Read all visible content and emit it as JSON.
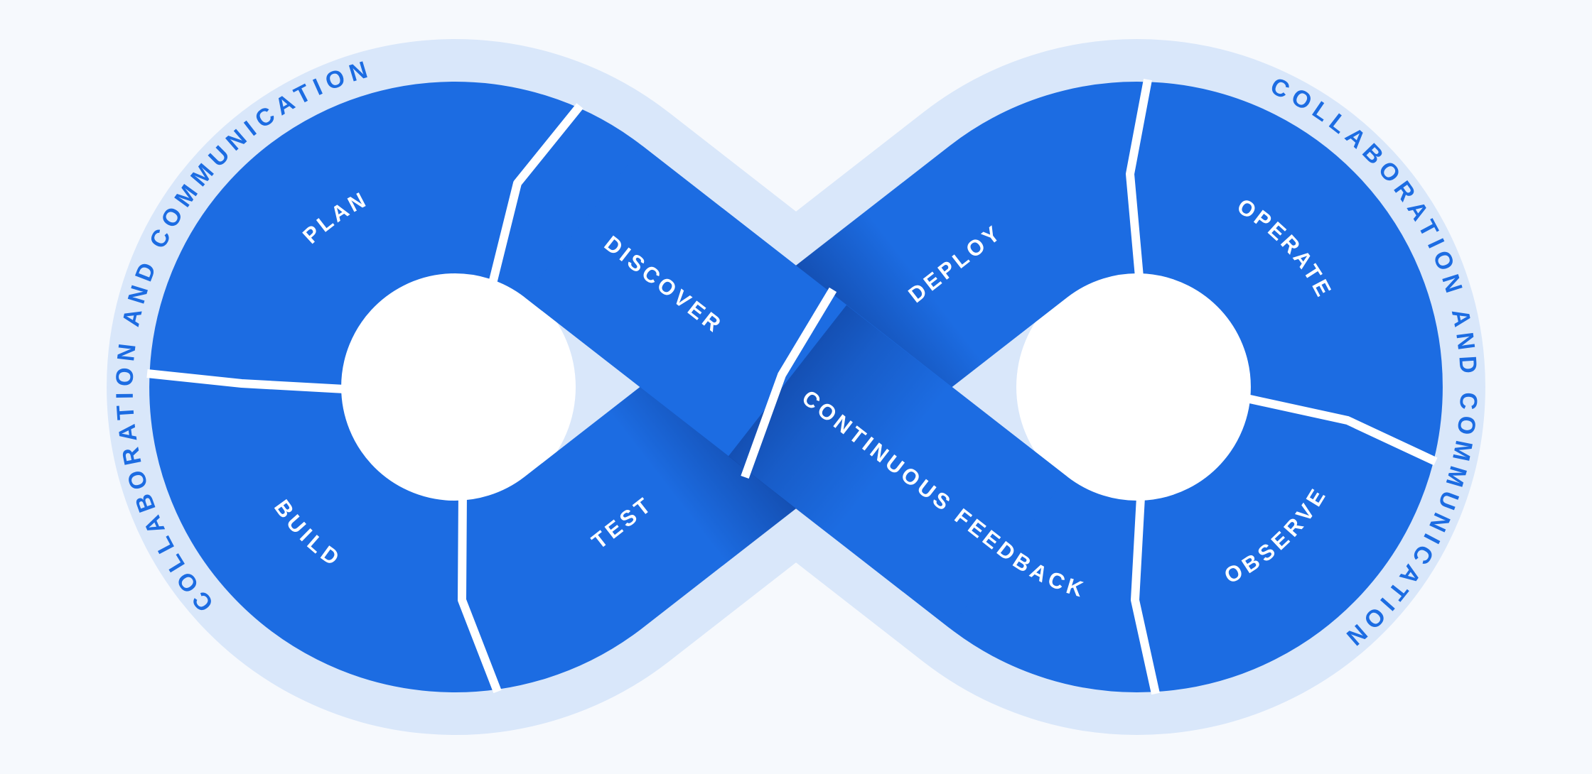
{
  "diagram": {
    "title": "DevOps infinity loop",
    "background_color": "#f6f9fd",
    "loop_color": "#1c6ce2",
    "halo_color": "#d9e7fa",
    "crossing_shadow_color": "#0b2d7a",
    "segment_label_color": "#ffffff",
    "outer_text_color": "#1c6ce2",
    "segments": {
      "plan": "PLAN",
      "discover": "DISCOVER",
      "build": "BUILD",
      "test": "TEST",
      "deploy": "DEPLOY",
      "operate": "OPERATE",
      "observe": "OBSERVE",
      "continuous_feedback": "CONTINUOUS FEEDBACK"
    },
    "outer_left_text": "COLLABORATION AND COMMUNICATION",
    "outer_right_text": "COLLABORATION AND COMMUNICATION"
  }
}
